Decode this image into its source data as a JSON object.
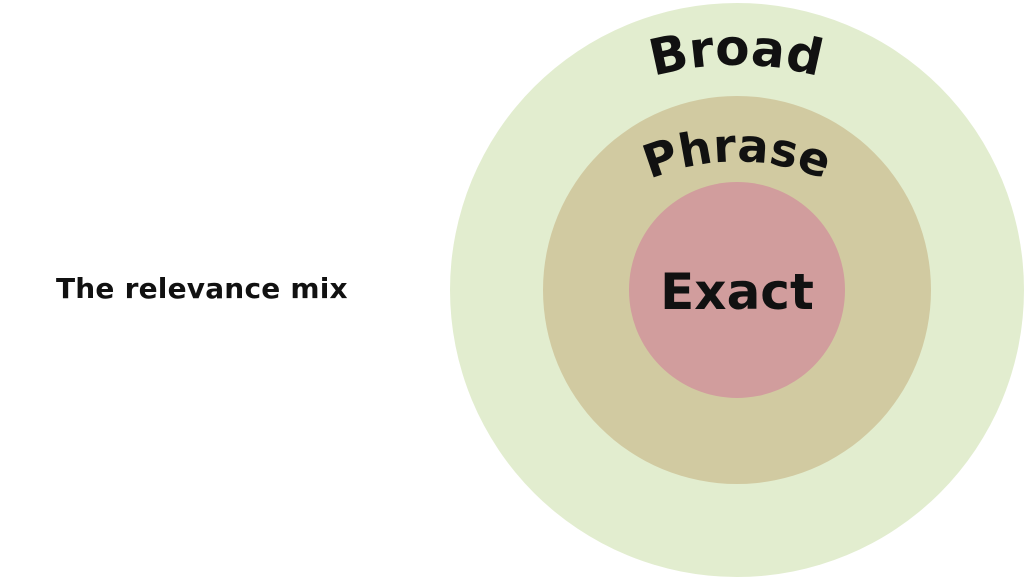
{
  "caption": "The relevance mix",
  "rings": {
    "outer": {
      "label": "Broad",
      "color": "#e2edcf"
    },
    "middle": {
      "label": "Phrase",
      "color": "#d1caa1"
    },
    "inner": {
      "label": "Exact",
      "color": "#d19d9d"
    }
  }
}
